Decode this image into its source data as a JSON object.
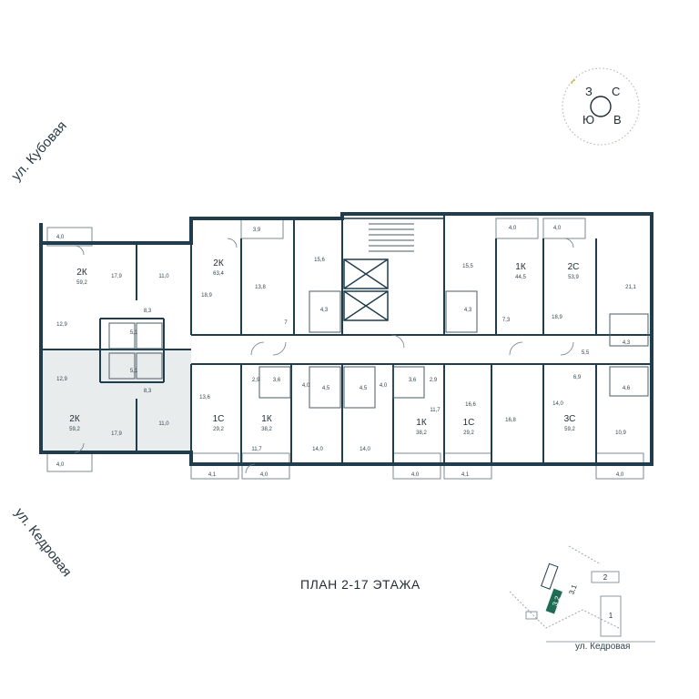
{
  "streets": {
    "top": "ул. Кубовая",
    "bottom": "ул. Кедровая"
  },
  "plan_title": "ПЛАН 2-17 ЭТАЖА",
  "compass": {
    "west": "З",
    "north": "С",
    "south": "Ю",
    "east": "В"
  },
  "apartments": [
    {
      "code": "2К",
      "area": "59,2"
    },
    {
      "code": "2К",
      "area": "63,4"
    },
    {
      "code": "1К",
      "area": "44,5"
    },
    {
      "code": "2С",
      "area": "53,9"
    },
    {
      "code": "2К",
      "area": "59,2"
    },
    {
      "code": "1С",
      "area": "29,2"
    },
    {
      "code": "1К",
      "area": "38,2"
    },
    {
      "code": "1К",
      "area": "38,2"
    },
    {
      "code": "1С",
      "area": "29,2"
    },
    {
      "code": "3С",
      "area": "59,2"
    }
  ],
  "room_areas": [
    "4,0",
    "17,9",
    "11,0",
    "8,3",
    "12,9",
    "5,1",
    "5,1",
    "12,9",
    "8,3",
    "11,0",
    "17,9",
    "4,0",
    "3,9",
    "18,9",
    "13,8",
    "15,6",
    "4,3",
    "7",
    "4,0",
    "15,5",
    "4,3",
    "7,3",
    "4,0",
    "18,9",
    "21,1",
    "5,5",
    "4,3",
    "13,6",
    "2,9",
    "3,6",
    "4,0",
    "4,5",
    "4,5",
    "4,0",
    "3,6",
    "2,9",
    "11,7",
    "16,6",
    "6,9",
    "14,0",
    "4,6",
    "16,8",
    "10,9",
    "11,7",
    "14,0",
    "14,0",
    "4,1",
    "4,0",
    "4,0",
    "4,1",
    "4,0"
  ],
  "site_map": {
    "street": "ул. Кедровая",
    "buildings": [
      "3.2",
      "3.1",
      "2",
      "1"
    ]
  }
}
